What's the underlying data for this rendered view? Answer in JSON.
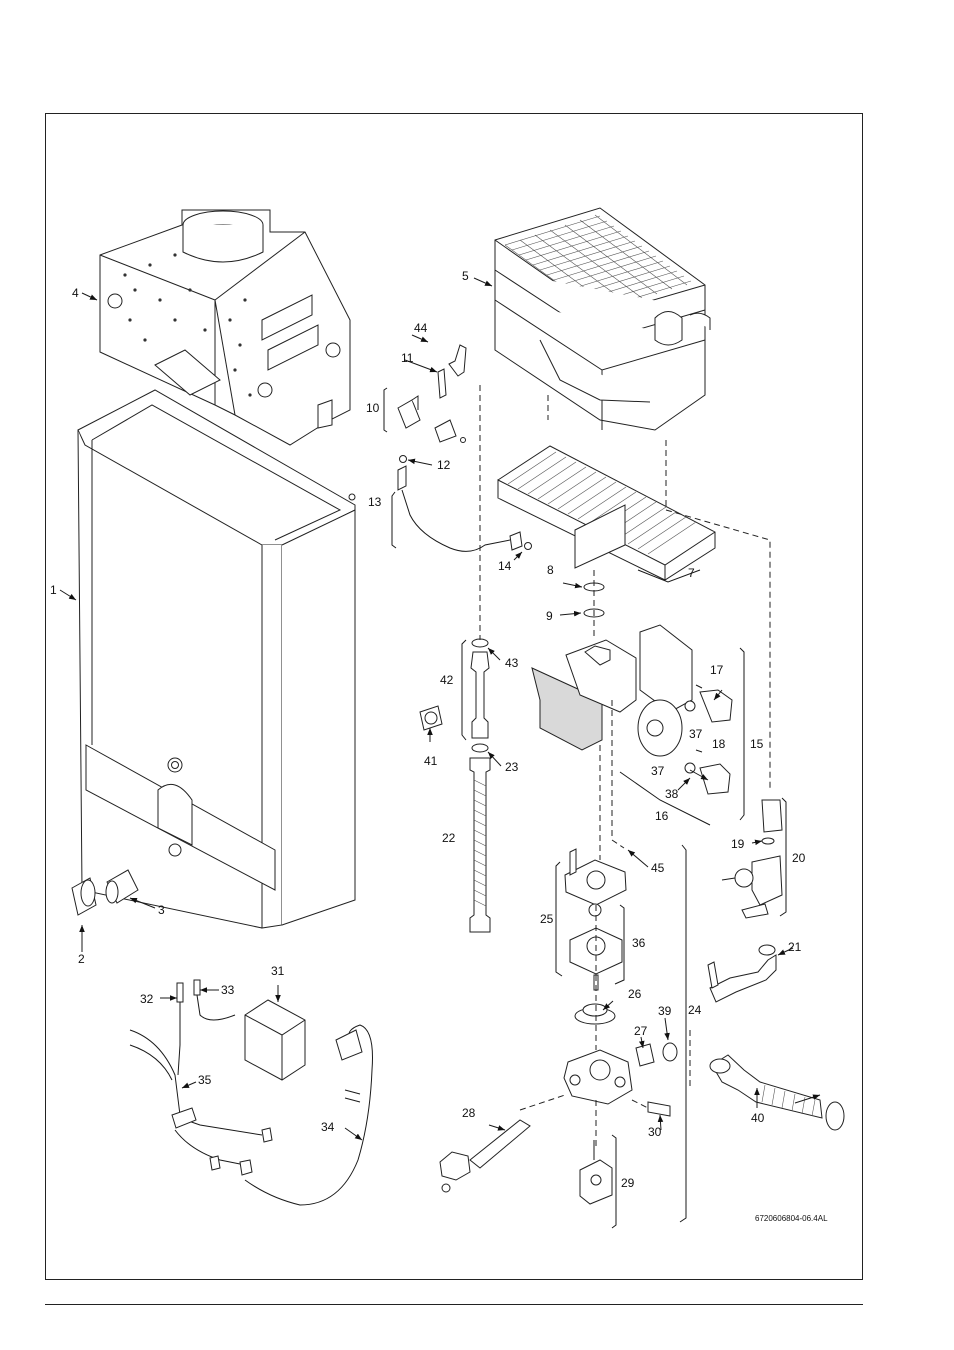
{
  "drawing_code": "6720606804-06.4AL",
  "callouts": [
    "1",
    "2",
    "3",
    "4",
    "5",
    "7",
    "8",
    "9",
    "10",
    "11",
    "12",
    "13",
    "14",
    "15",
    "16",
    "17",
    "18",
    "19",
    "20",
    "21",
    "22",
    "23",
    "24",
    "25",
    "26",
    "27",
    "28",
    "29",
    "30",
    "31",
    "32",
    "33",
    "34",
    "35",
    "36",
    "37",
    "37",
    "38",
    "39",
    "40",
    "41",
    "42",
    "43",
    "44",
    "45"
  ]
}
